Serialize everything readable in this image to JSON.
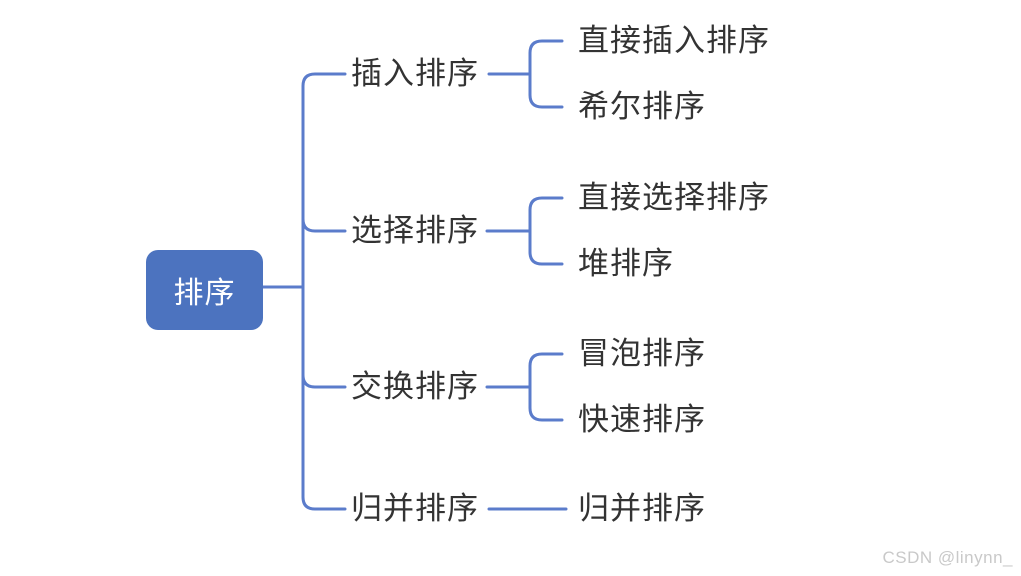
{
  "diagram": {
    "title": "sorting-algorithms-mindmap",
    "root": {
      "label": "排序"
    },
    "branches": [
      {
        "label": "插入排序",
        "children": [
          "直接插入排序",
          "希尔排序"
        ]
      },
      {
        "label": "选择排序",
        "children": [
          "直接选择排序",
          "堆排序"
        ]
      },
      {
        "label": "交换排序",
        "children": [
          "冒泡排序",
          "快速排序"
        ]
      },
      {
        "label": "归并排序",
        "children": [
          "归并排序"
        ]
      }
    ]
  },
  "colors": {
    "node_fill": "#4c73bf",
    "node_text": "#ffffff",
    "line": "#5b7ccb",
    "text": "#333333",
    "watermark": "#c9c9c9"
  },
  "watermark": {
    "text": "CSDN @linynn_"
  }
}
